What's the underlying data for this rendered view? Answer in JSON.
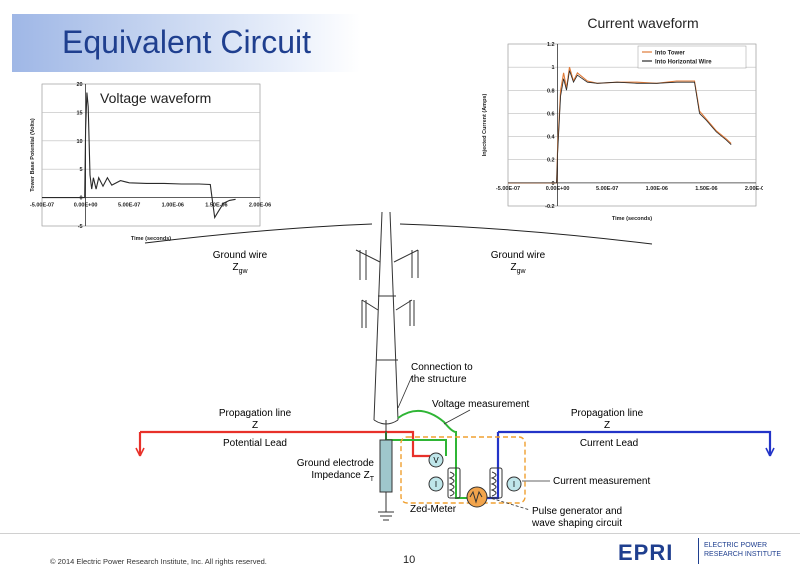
{
  "slide": {
    "title": "Equivalent Circuit",
    "page_number": "10",
    "copyright": "© 2014 Electric Power Research Institute, Inc. All rights reserved."
  },
  "logo": {
    "mark": "EPRI",
    "line1": "ELECTRIC POWER",
    "line2": "RESEARCH INSTITUTE"
  },
  "diagram": {
    "ground_wire_left": {
      "label": "Ground wire",
      "symbol": "Z",
      "subscript": "gw"
    },
    "ground_wire_right": {
      "label": "Ground wire",
      "symbol": "Z",
      "subscript": "gw"
    },
    "connection_line1": "Connection to",
    "connection_line2": "the structure",
    "voltage_measurement": "Voltage measurement",
    "prop_left_line1": "Propagation line",
    "prop_left_line2": "Z",
    "potential_lead": "Potential Lead",
    "prop_right_line1": "Propagation line",
    "prop_right_line2": "Z",
    "current_lead": "Current Lead",
    "ground_electrode_line1": "Ground electrode",
    "ground_electrode_line2": "Impedance Z",
    "ground_electrode_sub": "T",
    "current_measurement": "Current measurement",
    "zed_meter": "Zed-Meter",
    "pulse_line1": "Pulse generator and",
    "pulse_line2": "wave shaping circuit",
    "v_symbol": "V",
    "i_symbol": "I"
  },
  "colors": {
    "potential_lead": "#e8312a",
    "current_lead": "#2334c8",
    "voltage_wire": "#2fb535",
    "zed_box": "#f0a030",
    "chart_line": "#2a2a2a",
    "current_tower": "#e07b39"
  },
  "chart_data": [
    {
      "type": "line",
      "title": "Voltage waveform",
      "ylabel": "Tower Base Potential (Volts)",
      "xlabel": "Time (seconds)",
      "x_ticks": [
        "-5.00E-07",
        "0.00E+00",
        "5.00E-07",
        "1.00E-06",
        "1.50E-06",
        "2.00E-06"
      ],
      "y_ticks": [
        "-5",
        "0",
        "5",
        "10",
        "15",
        "20"
      ],
      "xlim": [
        -5e-07,
        2e-06
      ],
      "ylim": [
        -5,
        20
      ],
      "grid": true,
      "series": [
        {
          "x": [
            -5e-07,
            -1e-08,
            0,
            1.5e-08,
            3e-08,
            5e-08,
            7e-08,
            9e-08,
            1.2e-07,
            1.5e-07,
            2e-07,
            2.5e-07,
            3e-07,
            4e-07,
            5e-07,
            7e-07,
            9e-07,
            1.1e-06,
            1.3e-06,
            1.43e-06,
            1.45e-06,
            1.48e-06,
            1.52e-06,
            1.58e-06,
            1.65e-06,
            1.72e-06
          ],
          "y": [
            0,
            0,
            12,
            18.5,
            16,
            4,
            1.5,
            3.5,
            1.5,
            3.5,
            2,
            3.5,
            2.2,
            3,
            2.6,
            2.5,
            2.5,
            2.4,
            2.4,
            2.3,
            0,
            -3.5,
            -2.5,
            -1,
            -0.5,
            -0.3
          ]
        }
      ]
    },
    {
      "type": "line",
      "title": "Current waveform",
      "ylabel": "Injected Current (Amps)",
      "xlabel": "Time (seconds)",
      "x_ticks": [
        "-5.00E-07",
        "0.00E+00",
        "5.00E-07",
        "1.00E-06",
        "1.50E-06",
        "2.00E-06"
      ],
      "y_ticks": [
        "-0.2",
        "0",
        "0.2",
        "0.4",
        "0.6",
        "0.8",
        "1",
        "1.2"
      ],
      "xlim": [
        -5e-07,
        2e-06
      ],
      "ylim": [
        -0.2,
        1.2
      ],
      "grid": true,
      "legend": "top-right",
      "series": [
        {
          "name": "Into Tower",
          "x": [
            -5e-07,
            -1e-08,
            0,
            3e-08,
            6e-08,
            9e-08,
            1.2e-07,
            1.6e-07,
            2e-07,
            3e-07,
            4e-07,
            6e-07,
            8e-07,
            1e-06,
            1.2e-06,
            1.38e-06,
            1.43e-06,
            1.5e-06,
            1.6e-06,
            1.7e-06,
            1.75e-06
          ],
          "y": [
            0,
            0,
            0.3,
            0.8,
            0.95,
            0.82,
            1.0,
            0.88,
            0.95,
            0.88,
            0.86,
            0.87,
            0.87,
            0.86,
            0.88,
            0.88,
            0.62,
            0.55,
            0.45,
            0.38,
            0.34
          ]
        },
        {
          "name": "Into Horizontal Wire",
          "x": [
            -5e-07,
            -1e-08,
            0,
            3e-08,
            6e-08,
            9e-08,
            1.2e-07,
            1.6e-07,
            2e-07,
            3e-07,
            4e-07,
            6e-07,
            8e-07,
            1e-06,
            1.2e-06,
            1.38e-06,
            1.43e-06,
            1.5e-06,
            1.6e-06,
            1.7e-06,
            1.75e-06
          ],
          "y": [
            0,
            0,
            0.25,
            0.75,
            0.9,
            0.8,
            0.97,
            0.87,
            0.93,
            0.87,
            0.86,
            0.87,
            0.86,
            0.86,
            0.87,
            0.87,
            0.6,
            0.54,
            0.44,
            0.37,
            0.33
          ]
        }
      ]
    }
  ]
}
